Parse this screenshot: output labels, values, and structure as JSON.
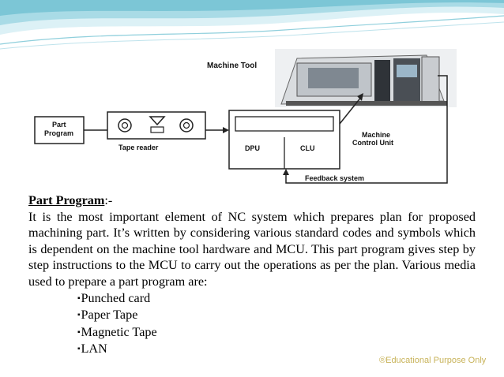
{
  "diagram": {
    "machine_tool_label": "Machine Tool",
    "part_program_label_line1": "Part",
    "part_program_label_line2": "Program",
    "tape_reader_label": "Tape reader",
    "dpu_label": "DPU",
    "clu_label": "CLU",
    "mcu_label_line1": "Machine",
    "mcu_label_line2": "Control Unit",
    "feedback_label": "Feedback system"
  },
  "content": {
    "heading": "Part Program",
    "heading_suffix": ":-",
    "paragraph": "It is the most important element of NC system which prepares plan for proposed machining part. It’s written by considering various standard codes and symbols which is dependent on the machine tool hardware and MCU. This part program gives step by step instructions to the MCU to carry out the operations as per the plan. Various media used to prepare a part program are:",
    "media_list": [
      "Punched card",
      "Paper Tape",
      "Magnetic Tape",
      "LAN"
    ]
  },
  "watermark": "®Educational Purpose Only",
  "colors": {
    "header_teal": "#8fcfdc",
    "header_light": "#dcf1f6",
    "watermark": "#c8b35a"
  }
}
